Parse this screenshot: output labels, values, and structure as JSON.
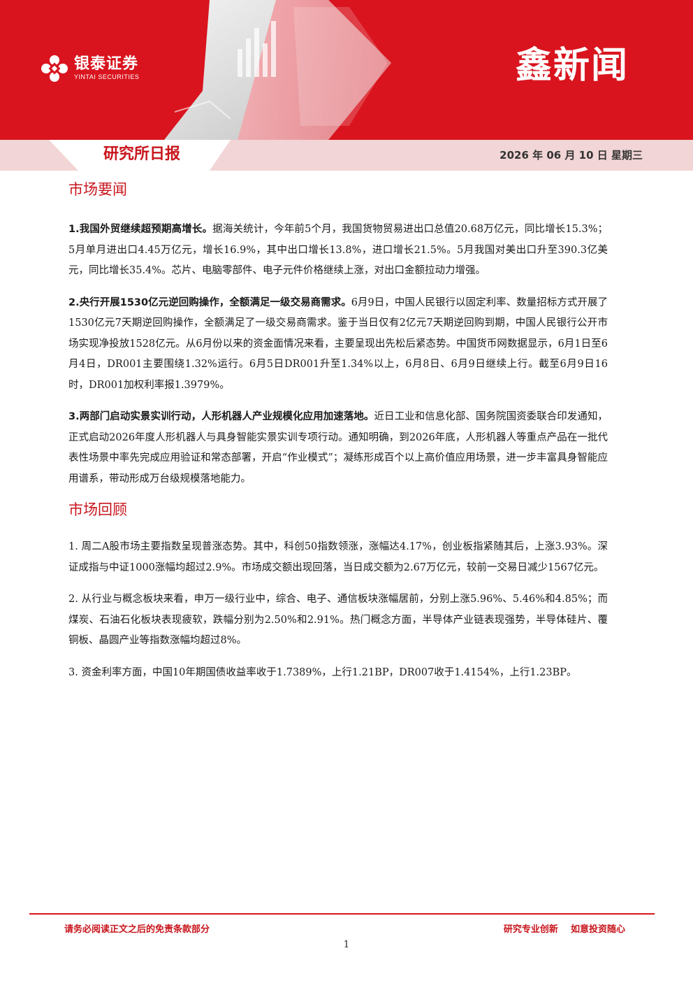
{
  "header": {
    "logo_cn": "银泰证券",
    "logo_en": "YINTAI SECURITIES",
    "brand_title": "鑫新闻",
    "report_title": "研究所日报",
    "date": "2026 年 06 月 10 日  星期三",
    "colors": {
      "brand_red": "#d9141e",
      "band_pink": "#f2d5d6",
      "title_red": "#c8161d"
    }
  },
  "sections": [
    {
      "title": "市场要闻",
      "items": [
        {
          "lead": "1.我国外贸继续超预期高增长。",
          "body": "据海关统计，今年前5个月，我国货物贸易进出口总值20.68万亿元，同比增长15.3%；5月单月进出口4.45万亿元，增长16.9%，其中出口增长13.8%，进口增长21.5%。5月我国对美出口升至390.3亿美元，同比增长35.4%。芯片、电脑零部件、电子元件价格继续上涨，对出口金额拉动力增强。"
        },
        {
          "lead": "2.央行开展1530亿元逆回购操作，全额满足一级交易商需求。",
          "body": "6月9日，中国人民银行以固定利率、数量招标方式开展了1530亿元7天期逆回购操作，全额满足了一级交易商需求。鉴于当日仅有2亿元7天期逆回购到期，中国人民银行公开市场实现净投放1528亿元。从6月份以来的资金面情况来看，主要呈现出先松后紧态势。中国货币网数据显示，6月1日至6月4日，DR001主要围绕1.32%运行。6月5日DR001升至1.34%以上，6月8日、6月9日继续上行。截至6月9日16时，DR001加权利率报1.3979%。"
        },
        {
          "lead": "3.两部门启动实景实训行动，人形机器人产业规模化应用加速落地。",
          "body": "近日工业和信息化部、国务院国资委联合印发通知，正式启动2026年度人形机器人与具身智能实景实训专项行动。通知明确，到2026年底，人形机器人等重点产品在一批代表性场景中率先完成应用验证和常态部署，开启“作业模式”；凝练形成百个以上高价值应用场景，进一步丰富具身智能应用谱系，带动形成万台级规模落地能力。"
        }
      ]
    },
    {
      "title": "市场回顾",
      "items": [
        {
          "lead": "",
          "body": "1. 周二A股市场主要指数呈现普涨态势。其中，科创50指数领涨，涨幅达4.17%，创业板指紧随其后，上涨3.93%。深证成指与中证1000涨幅均超过2.9%。市场成交额出现回落，当日成交额为2.67万亿元，较前一交易日减少1567亿元。"
        },
        {
          "lead": "",
          "body": "2. 从行业与概念板块来看，申万一级行业中，综合、电子、通信板块涨幅居前，分别上涨5.96%、5.46%和4.85%；而煤炭、石油石化板块表现疲软，跌幅分别为2.50%和2.91%。热门概念方面，半导体产业链表现强势，半导体硅片、覆铜板、晶圆产业等指数涨幅均超过8%。"
        },
        {
          "lead": "",
          "body": "3. 资金利率方面，中国10年期国债收益率收于1.7389%，上行1.21BP，DR007收于1.4154%，上行1.23BP。"
        }
      ]
    }
  ],
  "footer": {
    "disclaimer": "请务必阅读正文之后的免责条款部分",
    "slogan": "研究专业创新    如意投资随心",
    "page_number": "1"
  }
}
